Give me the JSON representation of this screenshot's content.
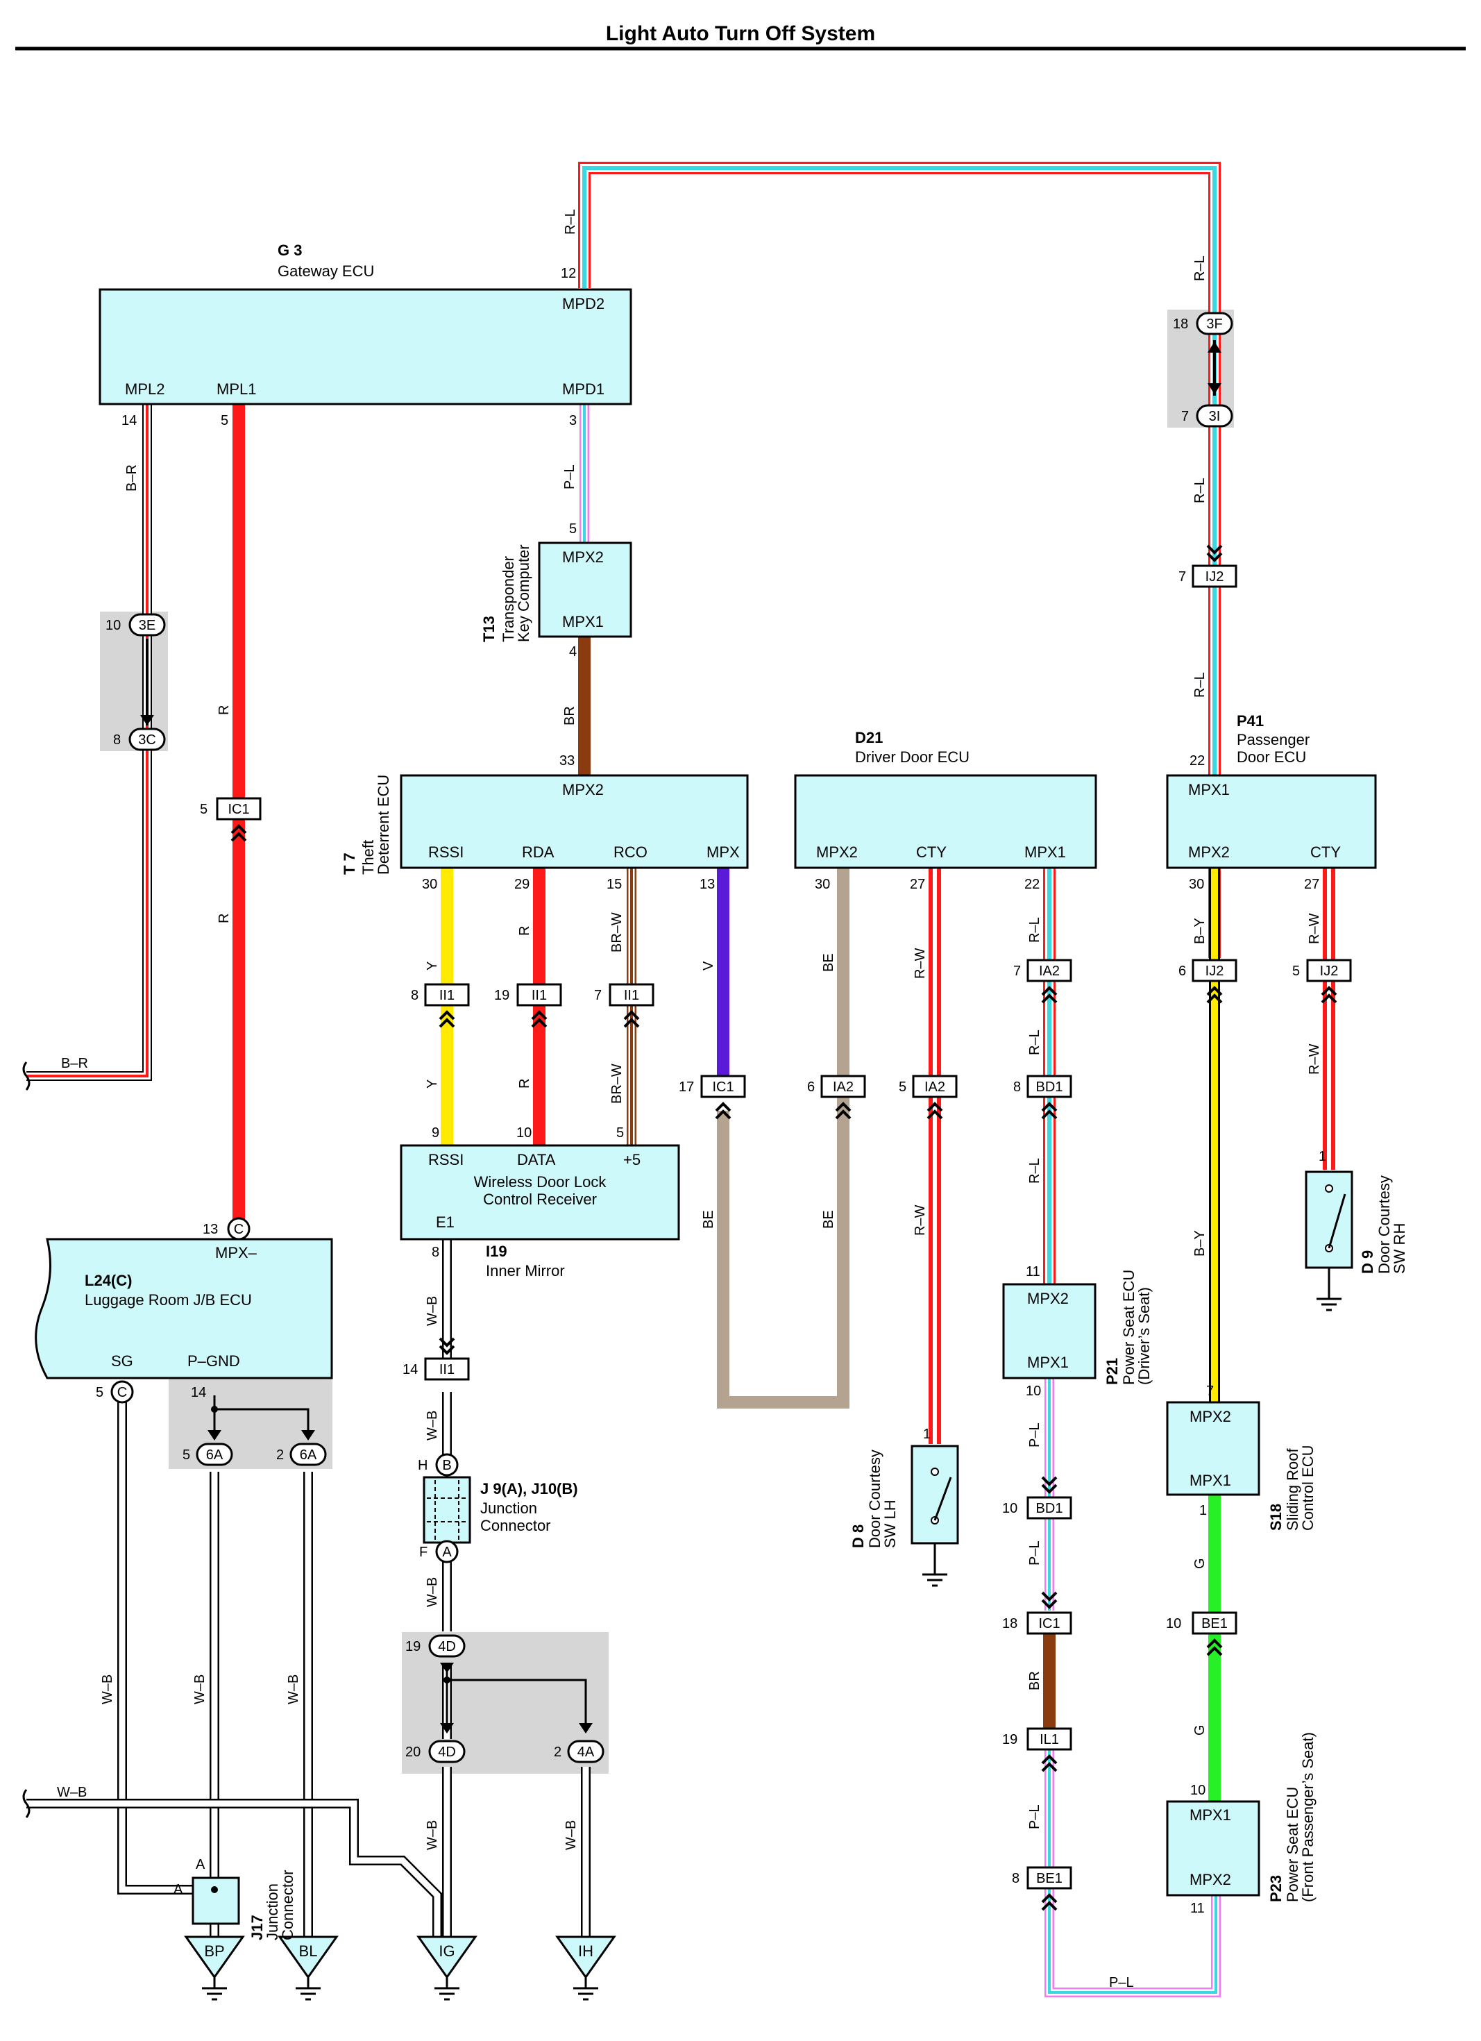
{
  "title": "Light Auto Turn Off System",
  "colors": {
    "ecu_fill": "#cdf9fb",
    "shade": "#d6d6d6",
    "red": "#ff1a1a",
    "blue": "#3ad8e0",
    "pink": "#f07cf0",
    "brown": "#8a3b10",
    "yellow": "#ffea00",
    "violet": "#5b1ad8",
    "beige": "#b3a390",
    "green": "#27f027",
    "black": "#000000"
  },
  "components": {
    "g3": {
      "code": "G 3",
      "name": "Gateway ECU",
      "pins": {
        "mpd2": "MPD2",
        "mpl2": "MPL2",
        "mpl1": "MPL1",
        "mpd1": "MPD1"
      }
    },
    "t13": {
      "code": "T13",
      "name1": "Transponder",
      "name2": "Key Computer",
      "pins": {
        "mpx2": "MPX2",
        "mpx1": "MPX1"
      }
    },
    "t7": {
      "code": "T 7",
      "name1": "Theft",
      "name2": "Deterrent ECU",
      "pins": {
        "mpx2": "MPX2",
        "rssi": "RSSI",
        "rda": "RDA",
        "rco": "RCO",
        "mpx": "MPX"
      }
    },
    "d21": {
      "code": "D21",
      "name": "Driver Door ECU",
      "pins": {
        "mpx2": "MPX2",
        "cty": "CTY",
        "mpx1": "MPX1"
      }
    },
    "p41": {
      "code": "P41",
      "name1": "Passenger",
      "name2": "Door ECU",
      "pins": {
        "mpx1": "MPX1",
        "mpx2": "MPX2",
        "cty": "CTY"
      }
    },
    "i19": {
      "code": "I19",
      "name": "Inner Mirror",
      "box1": "Wireless Door Lock",
      "box2": "Control Receiver",
      "pins": {
        "rssi": "RSSI",
        "data": "DATA",
        "plus5": "+5",
        "e1": "E1"
      }
    },
    "l24": {
      "code": "L24(C)",
      "name": "Luggage Room J/B ECU",
      "pins": {
        "mpx_minus": "MPX–",
        "sg": "SG",
        "pgnd": "P–GND"
      }
    },
    "j9": {
      "code": "J 9(A), J10(B)",
      "name1": "Junction",
      "name2": "Connector"
    },
    "j17": {
      "code": "J17",
      "name1": "Junction",
      "name2": "Connector"
    },
    "p21": {
      "code": "P21",
      "name1": "Power Seat ECU",
      "name2": "(Driver’s Seat)",
      "pins": {
        "mpx2": "MPX2",
        "mpx1": "MPX1"
      }
    },
    "s18": {
      "code": "S18",
      "name1": "Sliding Roof",
      "name2": "Control ECU",
      "pins": {
        "mpx2": "MPX2",
        "mpx1": "MPX1"
      }
    },
    "p23": {
      "code": "P23",
      "name1": "Power Seat ECU",
      "name2": "(Front Passenger’s Seat)",
      "pins": {
        "mpx1": "MPX1",
        "mpx2": "MPX2"
      }
    },
    "d8": {
      "code": "D 8",
      "name1": "Door Courtesy",
      "name2": "SW LH"
    },
    "d9": {
      "code": "D 9",
      "name1": "Door Courtesy",
      "name2": "SW RH"
    }
  },
  "wire_colors": {
    "rl": "R–L",
    "br": "B–R",
    "r": "R",
    "pl": "P–L",
    "brown": "BR",
    "y": "Y",
    "brw": "BR–W",
    "v": "V",
    "be": "BE",
    "rw": "R–W",
    "by": "B–Y",
    "wb": "W–B",
    "g": "G"
  },
  "connectors": {
    "3f": "3F",
    "3i": "3I",
    "ij2": "IJ2",
    "3e": "3E",
    "3c": "3C",
    "ic1": "IC1",
    "ii1": "II1",
    "ia2": "IA2",
    "bd1": "BD1",
    "be1": "BE1",
    "il1": "IL1",
    "6a": "6A",
    "4d": "4D",
    "4a": "4A",
    "c": "C",
    "b": "B",
    "a": "A",
    "h": "H",
    "f": "F"
  },
  "grounds": {
    "bp": "BP",
    "bl": "BL",
    "ig": "IG",
    "ih": "IH"
  },
  "pins": {
    "p12": "12",
    "p14": "14",
    "p5": "5",
    "p3": "3",
    "p4": "4",
    "p33": "33",
    "p10": "10",
    "p8": "8",
    "p18": "18",
    "p7": "7",
    "p30": "30",
    "p29": "29",
    "p15": "15",
    "p13": "13",
    "p27": "27",
    "p22": "22",
    "p19": "19",
    "p17": "17",
    "p6": "6",
    "p9": "9",
    "p11": "11",
    "p1": "1",
    "p20": "20",
    "p2": "2"
  }
}
